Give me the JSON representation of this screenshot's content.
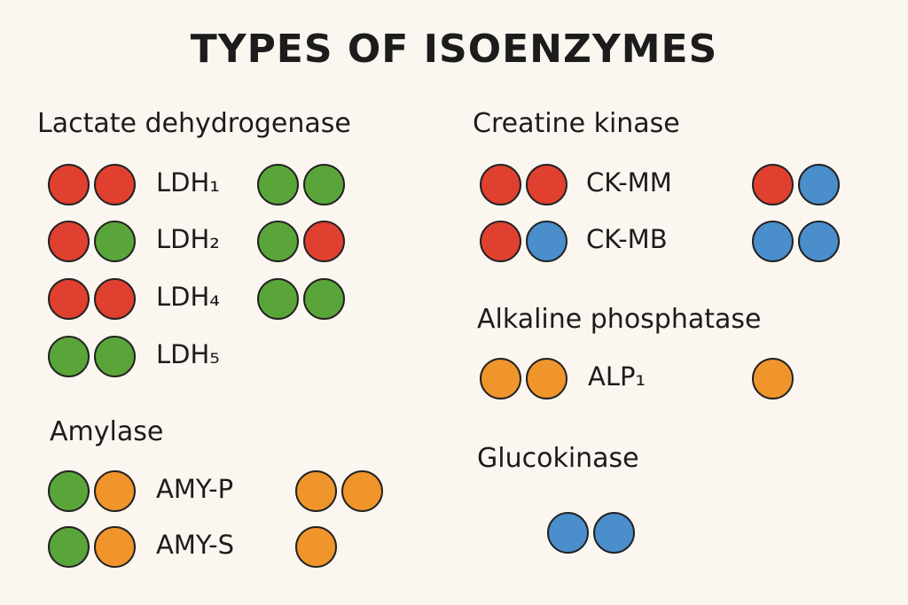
{
  "title": "TYPES OF ISOENZYMES",
  "colors": {
    "red": "#e0402f",
    "green": "#5aa53a",
    "blue": "#4a8ecb",
    "orange": "#f0952c"
  },
  "sections": {
    "ldh": {
      "heading": "Lactate dehydrogenase",
      "rows": [
        {
          "label": "LDH₁",
          "left": [
            "red",
            "red"
          ],
          "right": [
            "green",
            "green"
          ]
        },
        {
          "label": "LDH₂",
          "left": [
            "red",
            "green"
          ],
          "right": [
            "green",
            "red"
          ]
        },
        {
          "label": "LDH₄",
          "left": [
            "red",
            "red"
          ],
          "right": [
            "green",
            "green"
          ]
        },
        {
          "label": "LDH₅",
          "left": [
            "green",
            "green"
          ],
          "right": []
        }
      ]
    },
    "amy": {
      "heading": "Amylase",
      "rows": [
        {
          "label": "AMY-P",
          "left": [
            "green",
            "orange"
          ],
          "right": [
            "orange",
            "orange"
          ]
        },
        {
          "label": "AMY-S",
          "left": [
            "green",
            "orange"
          ],
          "right": [
            "orange"
          ]
        }
      ]
    },
    "ck": {
      "heading": "Creatine kinase",
      "rows": [
        {
          "label": "CK-MM",
          "left": [
            "red",
            "red"
          ],
          "right": [
            "red",
            "blue"
          ]
        },
        {
          "label": "CK-MB",
          "left": [
            "red",
            "blue"
          ],
          "right": [
            "blue",
            "blue"
          ]
        }
      ]
    },
    "alp": {
      "heading": "Alkaline phosphatase",
      "rows": [
        {
          "label": "ALP₁",
          "left": [
            "orange",
            "orange"
          ],
          "right": [
            "orange"
          ]
        }
      ]
    },
    "gk": {
      "heading": "Glucokinase",
      "rows": [
        {
          "label": "",
          "left": [
            "blue",
            "blue"
          ],
          "right": []
        }
      ]
    }
  }
}
